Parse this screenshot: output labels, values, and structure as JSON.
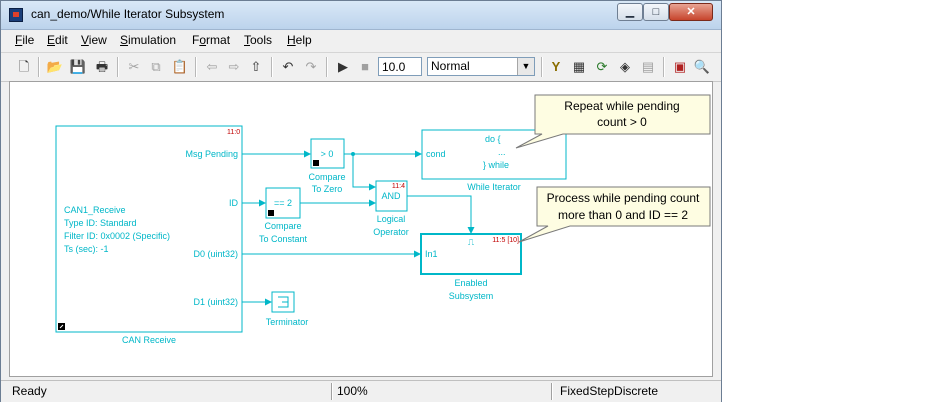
{
  "window": {
    "title": "can_demo/While Iterator Subsystem",
    "minimize_glyph": "▁",
    "maximize_glyph": "□",
    "close_glyph": "✕"
  },
  "menu": {
    "items": [
      {
        "label": "File",
        "key": "F",
        "rest": "ile"
      },
      {
        "label": "Edit",
        "key": "E",
        "rest": "dit"
      },
      {
        "label": "View",
        "key": "V",
        "rest": "iew"
      },
      {
        "label": "Simulation",
        "key": "S",
        "rest": "imulation"
      },
      {
        "label": "Format",
        "key": "o",
        "pre": "F",
        "rest": "rmat"
      },
      {
        "label": "Tools",
        "key": "T",
        "rest": "ools"
      },
      {
        "label": "Help",
        "key": "H",
        "rest": "elp"
      }
    ]
  },
  "toolbar": {
    "stop_time": "10.0",
    "sim_mode": "Normal",
    "icons": {
      "new": "🗋",
      "open": "📂",
      "save": "💾",
      "print": "🖶",
      "cut": "✂",
      "copy": "⧉",
      "paste": "📋",
      "back": "⇦",
      "forward": "⇨",
      "up": "⇧",
      "undo": "↶",
      "redo": "↷",
      "run": "▶",
      "stop": "■",
      "library": "Y",
      "build": "▦",
      "update": "⟳",
      "debug": "◈",
      "model_explorer": "▤",
      "sample_time": "▣",
      "zoom": "🔍"
    }
  },
  "diagram": {
    "can_receive": {
      "name": "CAN Receive",
      "priority": "11:0",
      "info": [
        "CAN1_Receive",
        "Type ID: Standard",
        "Filter ID: 0x0002 (Specific)",
        "Ts (sec): -1"
      ],
      "ports": [
        "Msg Pending",
        "ID",
        "D0 (uint32)",
        "D1 (uint32)"
      ]
    },
    "compare_zero": {
      "label": "> 0",
      "name_line1": "Compare",
      "name_line2": "To Zero"
    },
    "compare_const": {
      "label": "== 2",
      "name_line1": "Compare",
      "name_line2": "To Constant"
    },
    "logical": {
      "label": "AND",
      "priority": "11:4",
      "name_line1": "Logical",
      "name_line2": "Operator"
    },
    "while_iter": {
      "name": "While Iterator",
      "port": "cond",
      "text_do": "do {",
      "text_dots": "...",
      "text_while": "} while"
    },
    "enabled_sub": {
      "name_line1": "Enabled",
      "name_line2": "Subsystem",
      "port": "In1",
      "priority": "11:5 [10]",
      "enable_glyph": "⎍"
    },
    "terminator": {
      "name": "Terminator"
    },
    "callout_1": {
      "line1": "Repeat while pending",
      "line2": "count > 0"
    },
    "callout_2": {
      "line1": "Process while pending count",
      "line2": "more than 0 and ID == 2"
    },
    "colors": {
      "block": "#00b7c8",
      "callout_fill": "#fefde2",
      "priority": "#c00000"
    }
  },
  "status": {
    "state": "Ready",
    "zoom": "100%",
    "solver": "FixedStepDiscrete"
  }
}
